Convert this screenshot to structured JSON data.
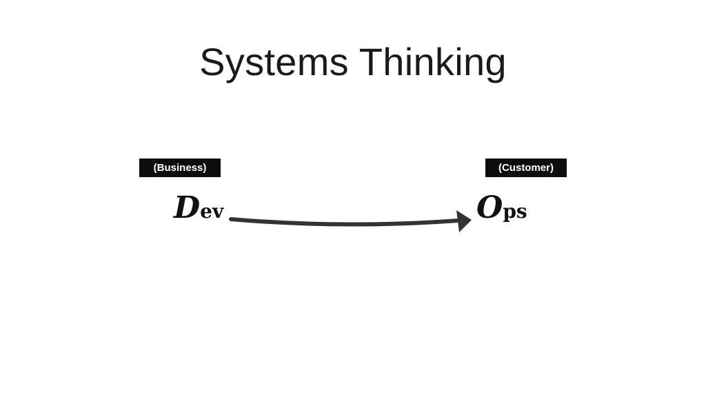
{
  "slide": {
    "title": "Systems Thinking"
  },
  "diagram": {
    "source": {
      "tag": "(Business)",
      "label_initial": "D",
      "label_rest": "ev"
    },
    "target": {
      "tag": "(Customer)",
      "label_initial": "O",
      "label_rest": "ps"
    },
    "arrow_color": "#333333"
  }
}
